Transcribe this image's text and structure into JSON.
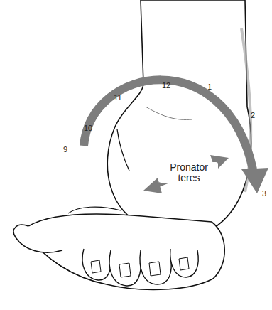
{
  "diagram": {
    "labels": [
      "9",
      "10",
      "11",
      "12",
      "1",
      "2",
      "3",
      "Pronator teres"
    ]
  }
}
